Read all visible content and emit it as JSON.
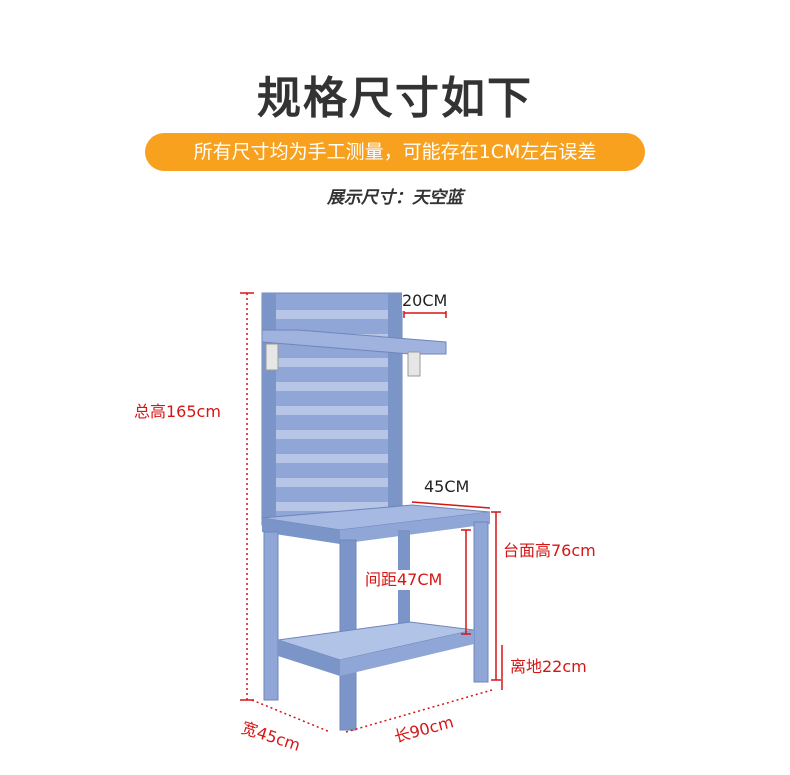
{
  "header": {
    "title": "规格尺寸如下",
    "notice": "所有尺寸均为手工测量，可能存在1CM左右误差",
    "display_size": "展示尺寸：天空蓝"
  },
  "dimensions": {
    "total_height": "总高165cm",
    "shelf_depth": "20CM",
    "table_depth": "45CM",
    "table_height": "台面高76cm",
    "gap": "间距47CM",
    "ground_clearance": "离地22cm",
    "width": "宽45cm",
    "length": "长90cm"
  },
  "colors": {
    "product_blue": "#8fa6d6",
    "product_shadow": "#6f86ba",
    "dimension_red": "#d61515",
    "banner_orange": "#f7a11f"
  }
}
